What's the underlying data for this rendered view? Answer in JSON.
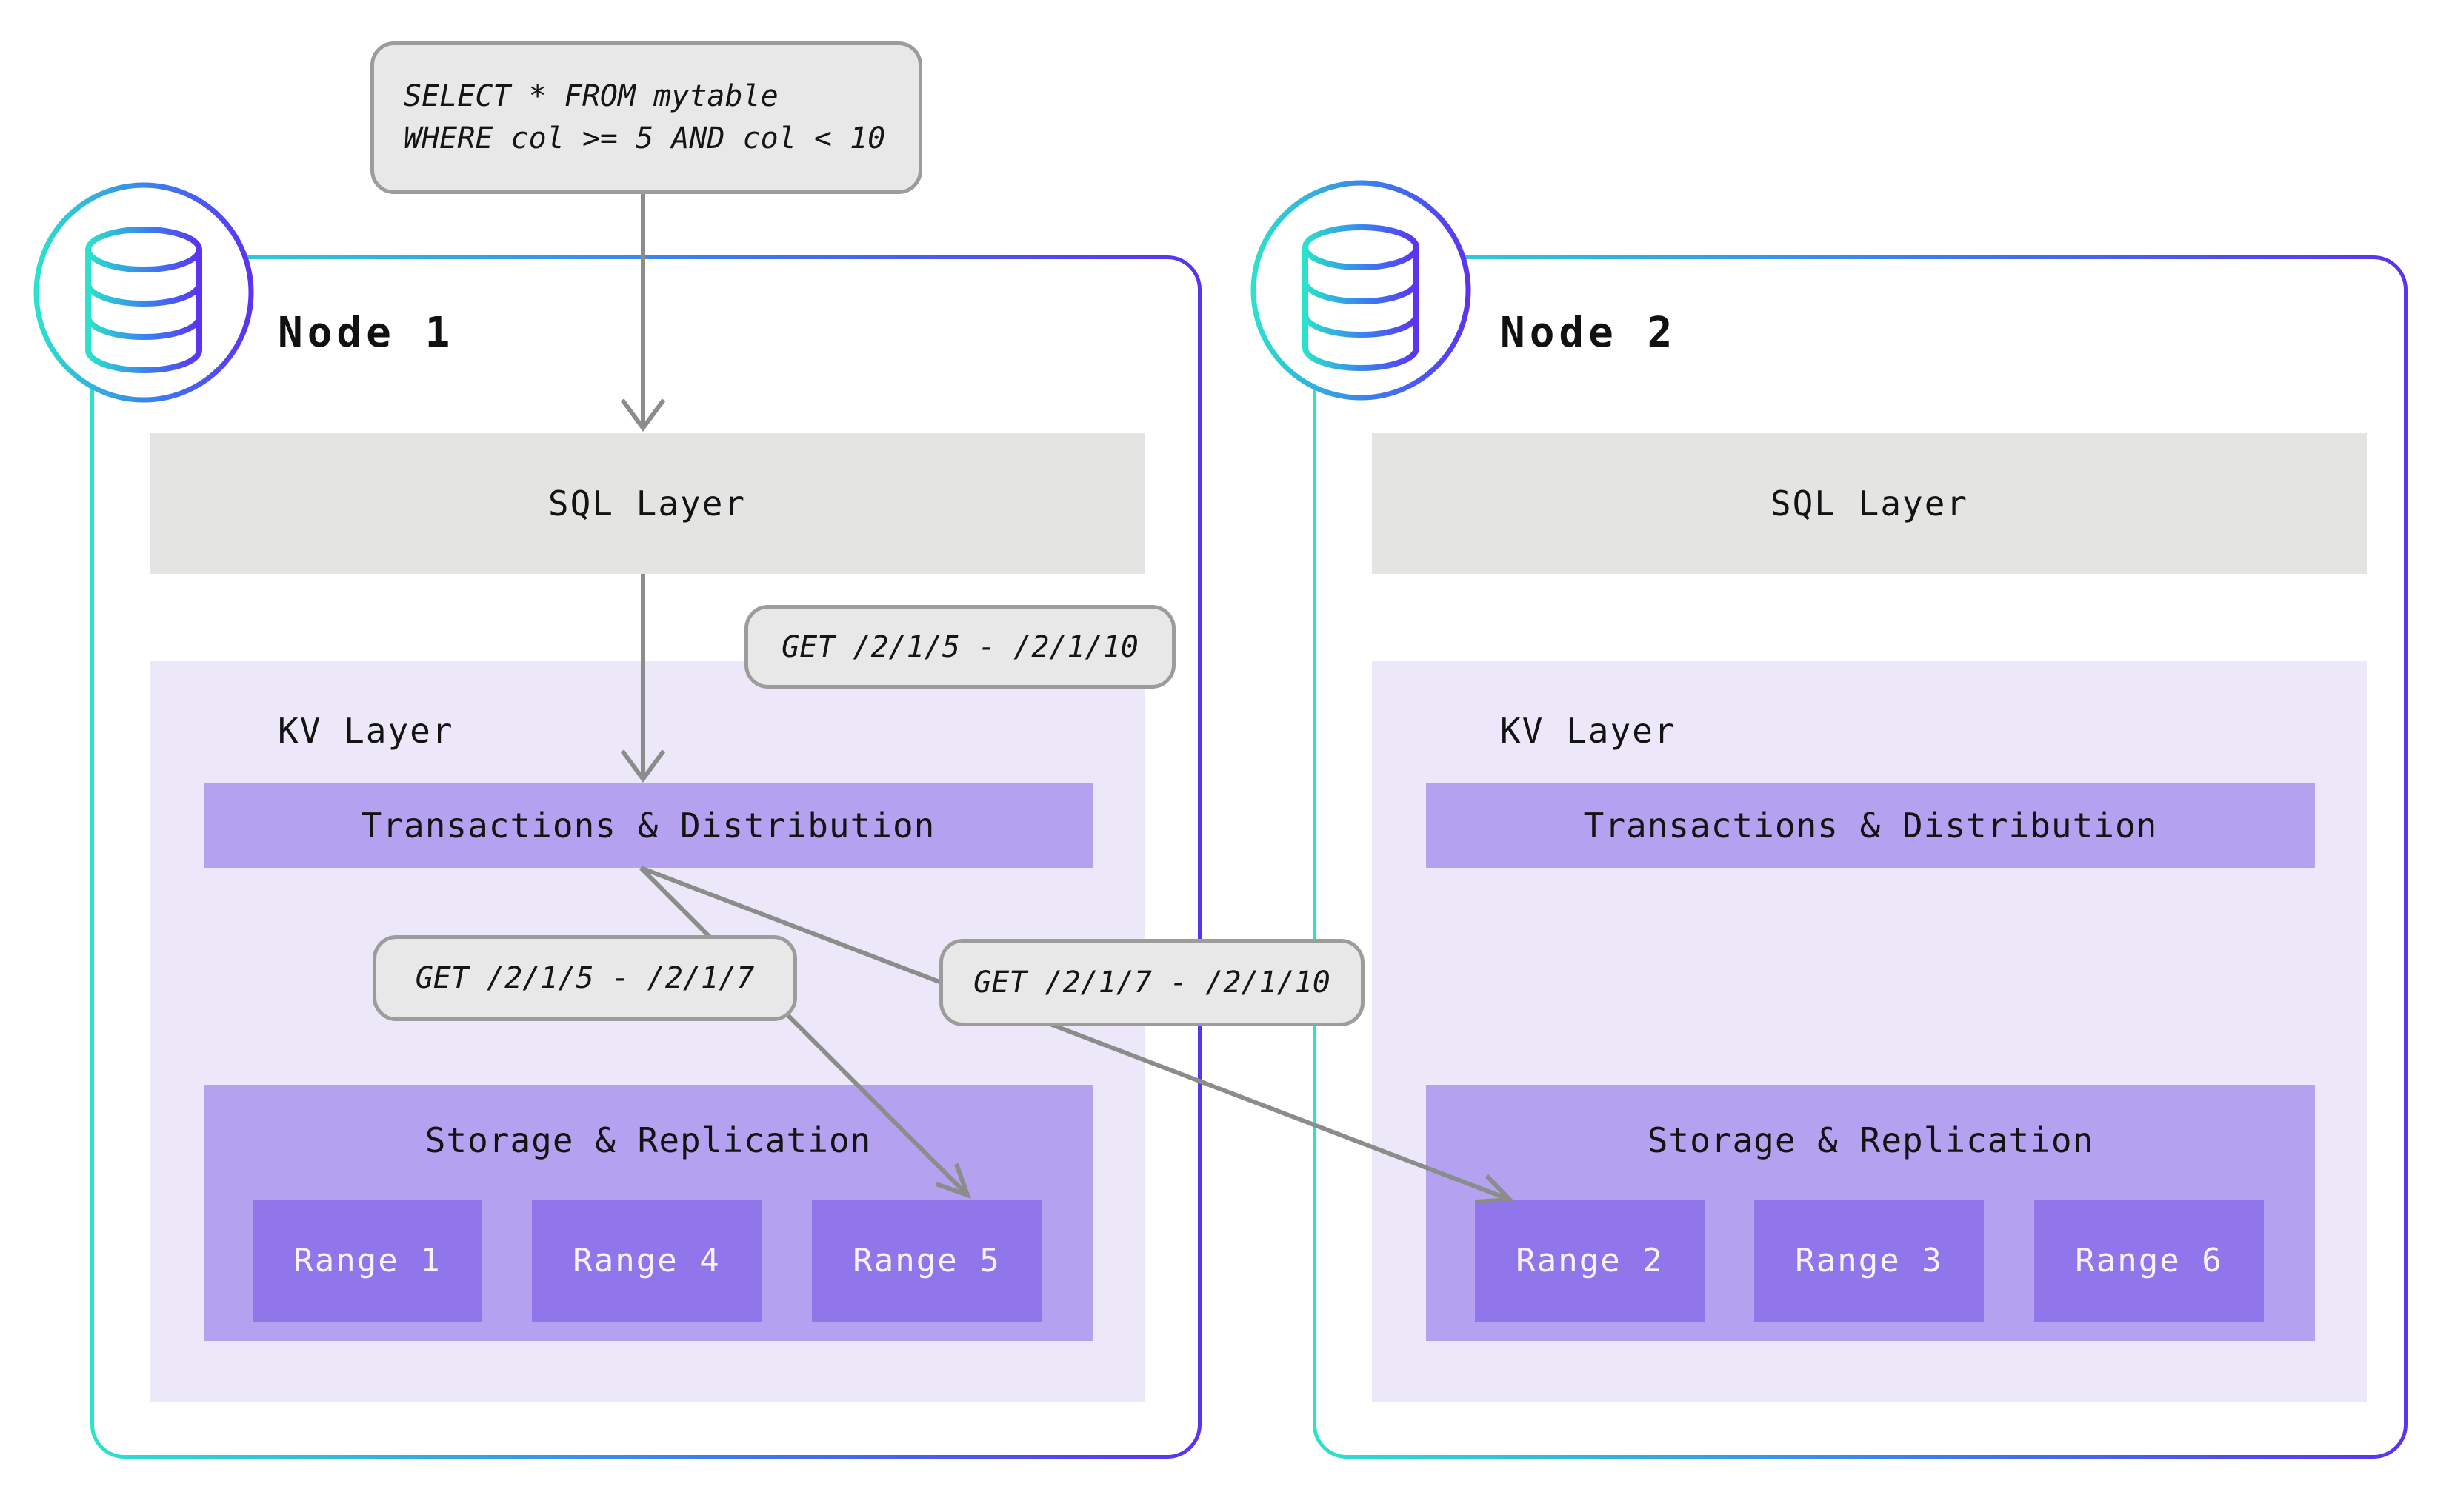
{
  "query": {
    "line1": "SELECT * FROM mytable",
    "line2": "WHERE col >= 5 AND col < 10"
  },
  "pills": {
    "get_full": "GET /2/1/5 - /2/1/10",
    "get_left": "GET /2/1/5 - /2/1/7",
    "get_right": "GET /2/1/7 - /2/1/10"
  },
  "nodes": [
    {
      "title": "Node 1",
      "sql_layer_label": "SQL Layer",
      "kv_layer_label": "KV Layer",
      "transactions_label": "Transactions & Distribution",
      "storage_label": "Storage & Replication",
      "ranges": [
        "Range 1",
        "Range 4",
        "Range 5"
      ]
    },
    {
      "title": "Node 2",
      "sql_layer_label": "SQL Layer",
      "kv_layer_label": "KV Layer",
      "transactions_label": "Transactions & Distribution",
      "storage_label": "Storage & Replication",
      "ranges": [
        "Range 2",
        "Range 3",
        "Range 6"
      ]
    }
  ],
  "colors": {
    "gradient_teal": "#2be2cc",
    "gradient_blue": "#3b7ef0",
    "gradient_purple": "#5b33f2",
    "layer_gray": "#e4e5e3",
    "kv_lavender": "#ece8fa",
    "purple_mid": "#b4a1f0",
    "purple_range": "#9076ea",
    "pill_gray": "#e7e8e7",
    "pill_border": "#9b9d9b",
    "arrow_gray": "#8a8d8a"
  }
}
